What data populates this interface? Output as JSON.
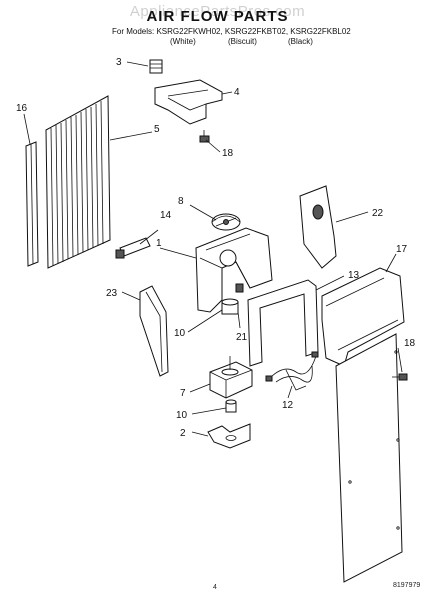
{
  "watermark": "AppliancePartsPros.com",
  "title": "AIR FLOW PARTS",
  "models_line": "For Models: KSRG22FKWH02, KSRG22FKBT02, KSRG22FKBL02",
  "colors": [
    "(White)",
    "(Biscuit)",
    "(Black)"
  ],
  "callouts": [
    "1",
    "2",
    "3",
    "4",
    "5",
    "7",
    "8",
    "10",
    "10",
    "12",
    "13",
    "14",
    "16",
    "17",
    "18",
    "18",
    "21",
    "22",
    "23"
  ],
  "page_number": "4",
  "doc_number": "8197979"
}
